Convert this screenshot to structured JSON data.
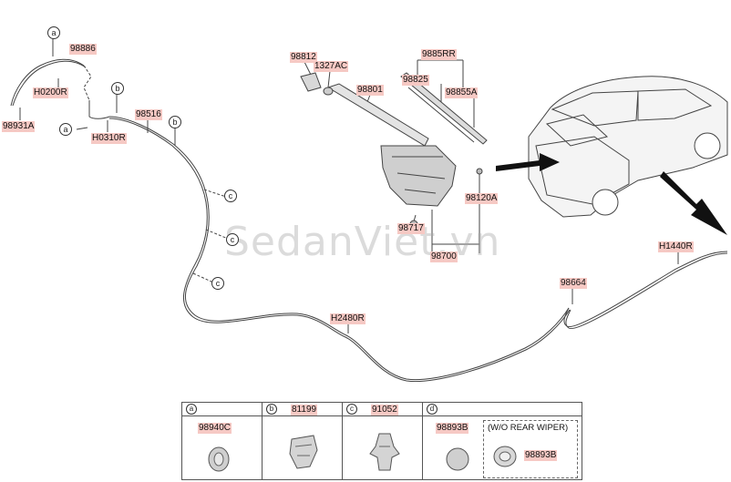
{
  "watermark": "SedanViet.vn",
  "parts": {
    "p98886": "98886",
    "p98931A": "98931A",
    "pH0200R": "H0200R",
    "pH0310R": "H0310R",
    "p98516": "98516",
    "p98812": "98812",
    "p1327AC": "1327AC",
    "p98801": "98801",
    "p9885RR": "9885RR",
    "p98825": "98825",
    "p98855A": "98855A",
    "p98120A": "98120A",
    "p98717": "98717",
    "p98700": "98700",
    "pH2480R": "H2480R",
    "p98664": "98664",
    "pH1440R": "H1440R"
  },
  "callouts": {
    "a1": "a",
    "a2": "a",
    "b1": "b",
    "b2": "b",
    "c1": "c",
    "c2": "c",
    "c3": "c"
  },
  "table": {
    "cells": [
      {
        "key": "a",
        "part": "98940C"
      },
      {
        "key": "b",
        "part": "81199"
      },
      {
        "key": "c",
        "part": "91052"
      },
      {
        "key": "d",
        "part": "98893B",
        "option_label": "(W/O REAR WIPER)",
        "option_part": "98893B"
      }
    ]
  }
}
